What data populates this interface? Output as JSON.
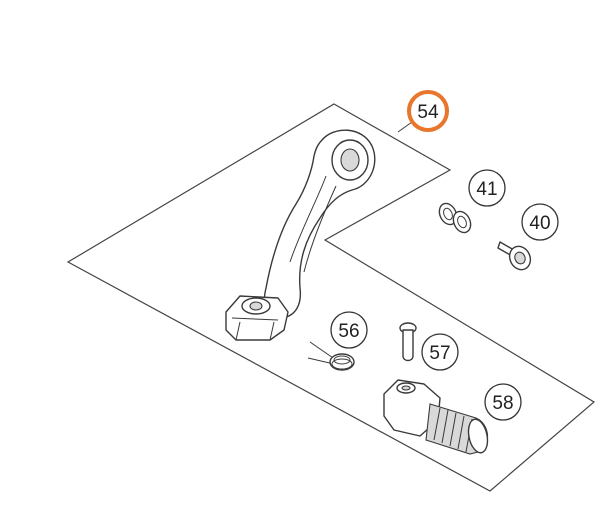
{
  "diagram": {
    "accent_color": "#e8762c",
    "callouts": [
      {
        "label": "54",
        "highlighted": true
      },
      {
        "label": "41",
        "highlighted": false
      },
      {
        "label": "40",
        "highlighted": false
      },
      {
        "label": "56",
        "highlighted": false
      },
      {
        "label": "57",
        "highlighted": false
      },
      {
        "label": "58",
        "highlighted": false
      }
    ],
    "parts": [
      {
        "icon": "shift-lever-arm-icon"
      },
      {
        "icon": "washer-pair-icon"
      },
      {
        "icon": "bolt-icon"
      },
      {
        "icon": "spring-clip-icon"
      },
      {
        "icon": "pin-icon"
      },
      {
        "icon": "shift-peg-icon"
      }
    ]
  }
}
